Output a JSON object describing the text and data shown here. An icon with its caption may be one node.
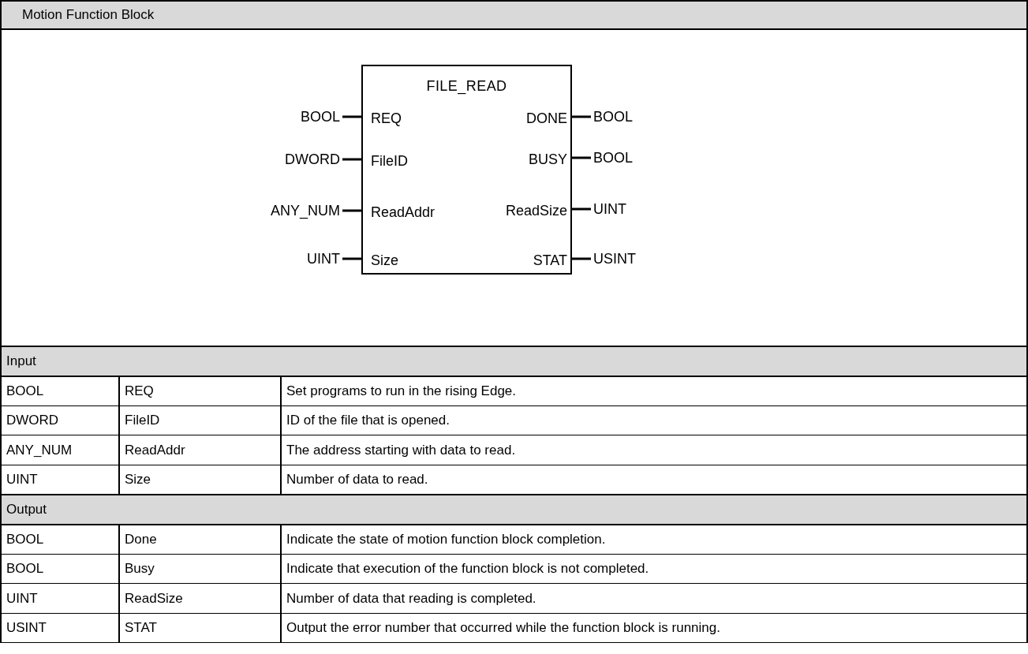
{
  "diagram": {
    "title": "Motion Function Block",
    "nodes": [
      {
        "text": [
          "FILE_READ",
          "REQ",
          "FileID",
          "ReadAddr",
          "Size",
          "DONE",
          "BUSY",
          "ReadSize",
          "STAT"
        ]
      },
      {
        "text": [
          "BOOL"
        ]
      },
      {
        "text": [
          "DWORD"
        ]
      },
      {
        "text": [
          "ANY_NUM"
        ]
      },
      {
        "text": [
          "UINT"
        ]
      },
      {
        "text": [
          "BOOL"
        ]
      },
      {
        "text": [
          "BOOL"
        ]
      },
      {
        "text": [
          "UINT"
        ]
      },
      {
        "text": [
          "USINT"
        ]
      }
    ],
    "edges": [
      {
        "from": 1,
        "to": 0,
        "arrow": "none"
      },
      {
        "from": 2,
        "to": 0,
        "arrow": "none"
      },
      {
        "from": 3,
        "to": 0,
        "arrow": "none"
      },
      {
        "from": 4,
        "to": 0,
        "arrow": "none"
      },
      {
        "from": 0,
        "to": 5,
        "arrow": "none"
      },
      {
        "from": 0,
        "to": 6,
        "arrow": "none"
      },
      {
        "from": 0,
        "to": 7,
        "arrow": "none"
      },
      {
        "from": 0,
        "to": 8,
        "arrow": "none"
      }
    ],
    "labels": [
      "Input",
      "BOOL",
      "REQ",
      "Set programs to run in the rising Edge.",
      "DWORD",
      "FileID",
      "ID of the file that is opened.",
      "ANY_NUM",
      "ReadAddr",
      "The address starting with data to read.",
      "UINT",
      "Size",
      "Number of data to read.",
      "Output",
      "BOOL",
      "Done",
      "Indicate the state of motion function block completion.",
      "BOOL",
      "Busy",
      "Indicate that execution of the function block is not completed.",
      "UINT",
      "ReadSize",
      "Number of data that reading is completed.",
      "USINT",
      "STAT",
      "Output the error number that occurred while the function block is running."
    ]
  }
}
